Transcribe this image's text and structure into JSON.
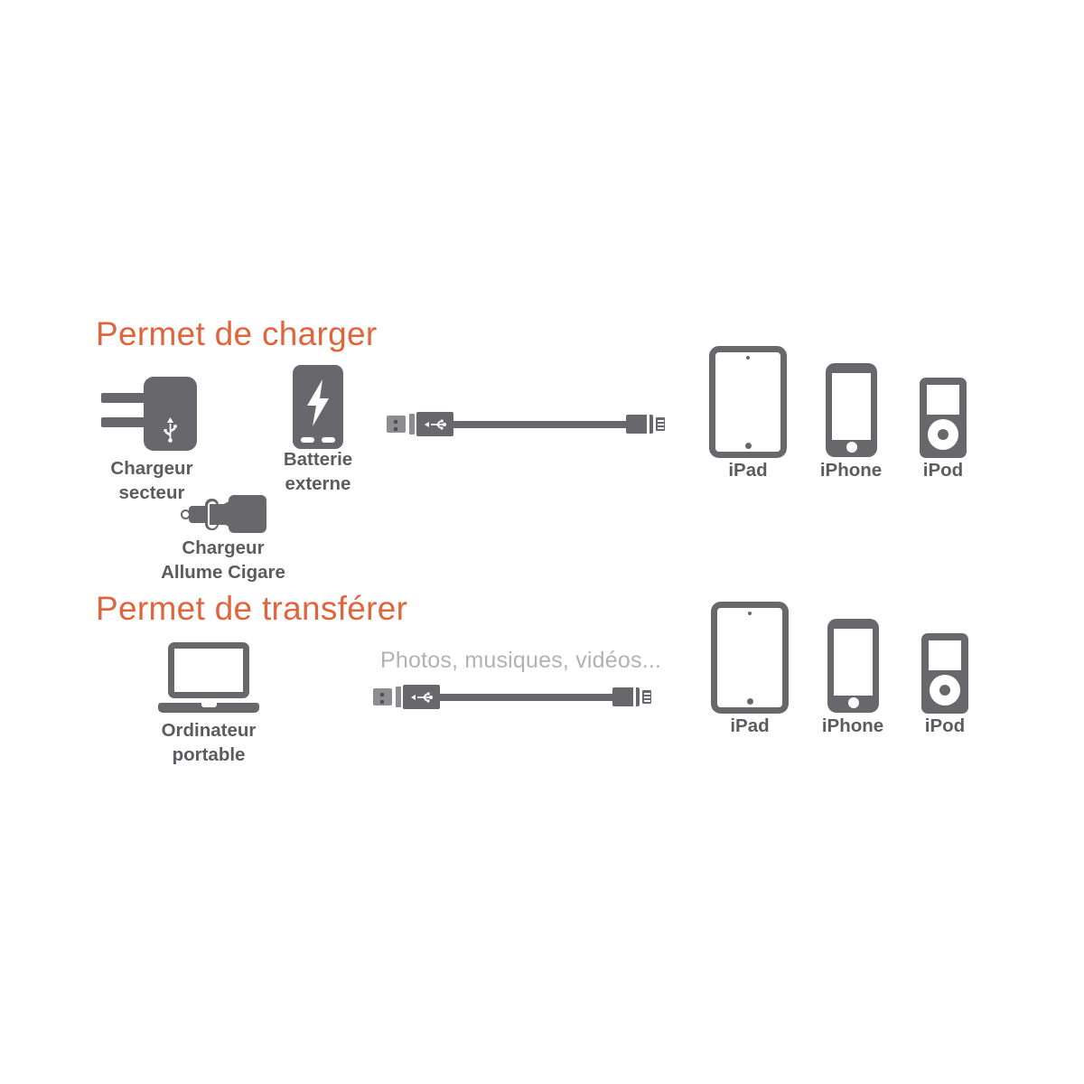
{
  "page": {
    "background": "#ffffff",
    "accent_color": "#e0653c",
    "icon_color": "#68686c",
    "label_color": "#5c5c60",
    "caption_color": "#b2b2b6"
  },
  "sections": [
    {
      "title": "Permet de charger",
      "sources": [
        {
          "label": "Chargeur\nsecteur",
          "icon": "wall-charger-icon"
        },
        {
          "label": "Batterie\nexterne",
          "icon": "power-bank-icon"
        },
        {
          "label": "Chargeur\nAllume Cigare",
          "icon": "car-charger-icon"
        }
      ],
      "connector": {
        "icon": "usb-lightning-cable-icon",
        "caption": ""
      },
      "devices": [
        {
          "label": "iPad",
          "icon": "ipad-icon"
        },
        {
          "label": "iPhone",
          "icon": "iphone-icon"
        },
        {
          "label": "iPod",
          "icon": "ipod-icon"
        }
      ]
    },
    {
      "title": "Permet de transférer",
      "sources": [
        {
          "label": "Ordinateur\nportable",
          "icon": "laptop-icon"
        }
      ],
      "connector": {
        "icon": "usb-lightning-cable-icon",
        "caption": "Photos, musiques, vidéos..."
      },
      "devices": [
        {
          "label": "iPad",
          "icon": "ipad-icon"
        },
        {
          "label": "iPhone",
          "icon": "iphone-icon"
        },
        {
          "label": "iPod",
          "icon": "ipod-icon"
        }
      ]
    }
  ]
}
